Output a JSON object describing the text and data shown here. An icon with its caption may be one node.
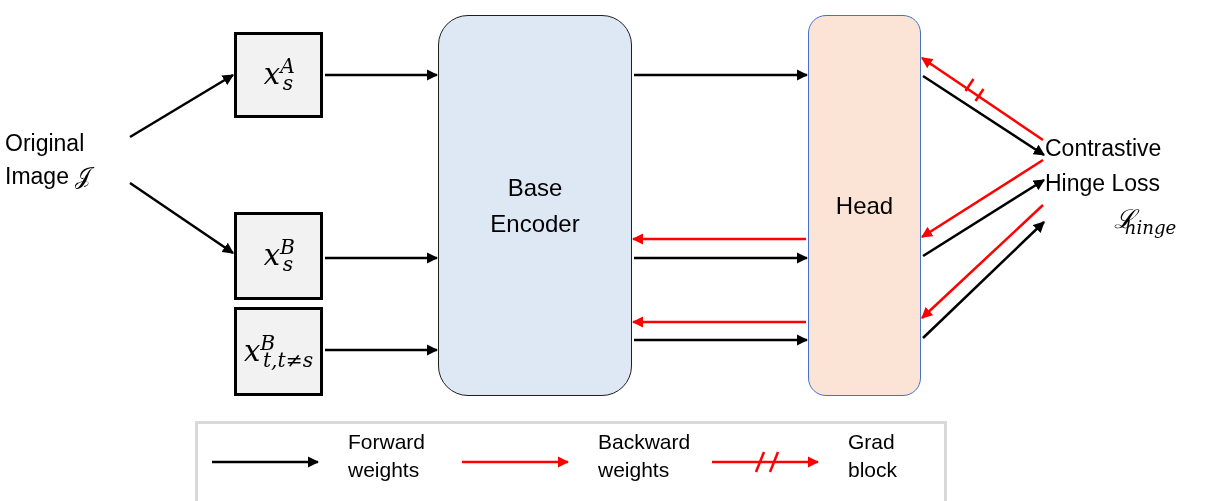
{
  "diagram": {
    "nodes": [
      {
        "text": [
          "Original Image 𝒥"
        ]
      },
      {
        "text": [
          "x$^{A}$$_{s}$"
        ]
      },
      {
        "text": [
          "x$^{B}$$_{s}$"
        ]
      },
      {
        "text": [
          "x$^{B}$$_{t,t≠s}$"
        ]
      },
      {
        "text": [
          "Base Encoder"
        ]
      },
      {
        "text": [
          "Head"
        ]
      },
      {
        "text": [
          "Contrastive Hinge Loss",
          "ℒ$_{hinge}$"
        ]
      }
    ],
    "edges": [
      {
        "from": 0,
        "to": 1,
        "arrow": "to"
      },
      {
        "from": 0,
        "to": 2,
        "arrow": "to"
      },
      {
        "from": 1,
        "to": 4,
        "arrow": "to"
      },
      {
        "from": 2,
        "to": 4,
        "arrow": "to"
      },
      {
        "from": 3,
        "to": 4,
        "arrow": "to"
      },
      {
        "from": 4,
        "to": 5,
        "arrow": "to"
      },
      {
        "from": 5,
        "to": 4,
        "arrow": "to",
        "color": "#ff0000"
      },
      {
        "from": 4,
        "to": 5,
        "arrow": "to"
      },
      {
        "from": 5,
        "to": 4,
        "arrow": "to",
        "color": "#ff0000"
      },
      {
        "from": 4,
        "to": 5,
        "arrow": "to"
      },
      {
        "from": 5,
        "to": 6,
        "arrow": "to"
      },
      {
        "from": 6,
        "to": 5,
        "arrow": "to",
        "color": "#ff0000"
      },
      {
        "from": 6,
        "to": 5,
        "arrow": "to",
        "color": "#ff0000"
      },
      {
        "from": 5,
        "to": 6,
        "arrow": "to"
      },
      {
        "from": 6,
        "to": 5,
        "arrow": "to",
        "color": "#ff0000"
      },
      {
        "from": 5,
        "to": 6,
        "arrow": "to"
      }
    ],
    "legend": [
      {
        "text": "Forward weights"
      },
      {
        "text": "Backward weights"
      },
      {
        "text": "Grad block"
      }
    ]
  }
}
